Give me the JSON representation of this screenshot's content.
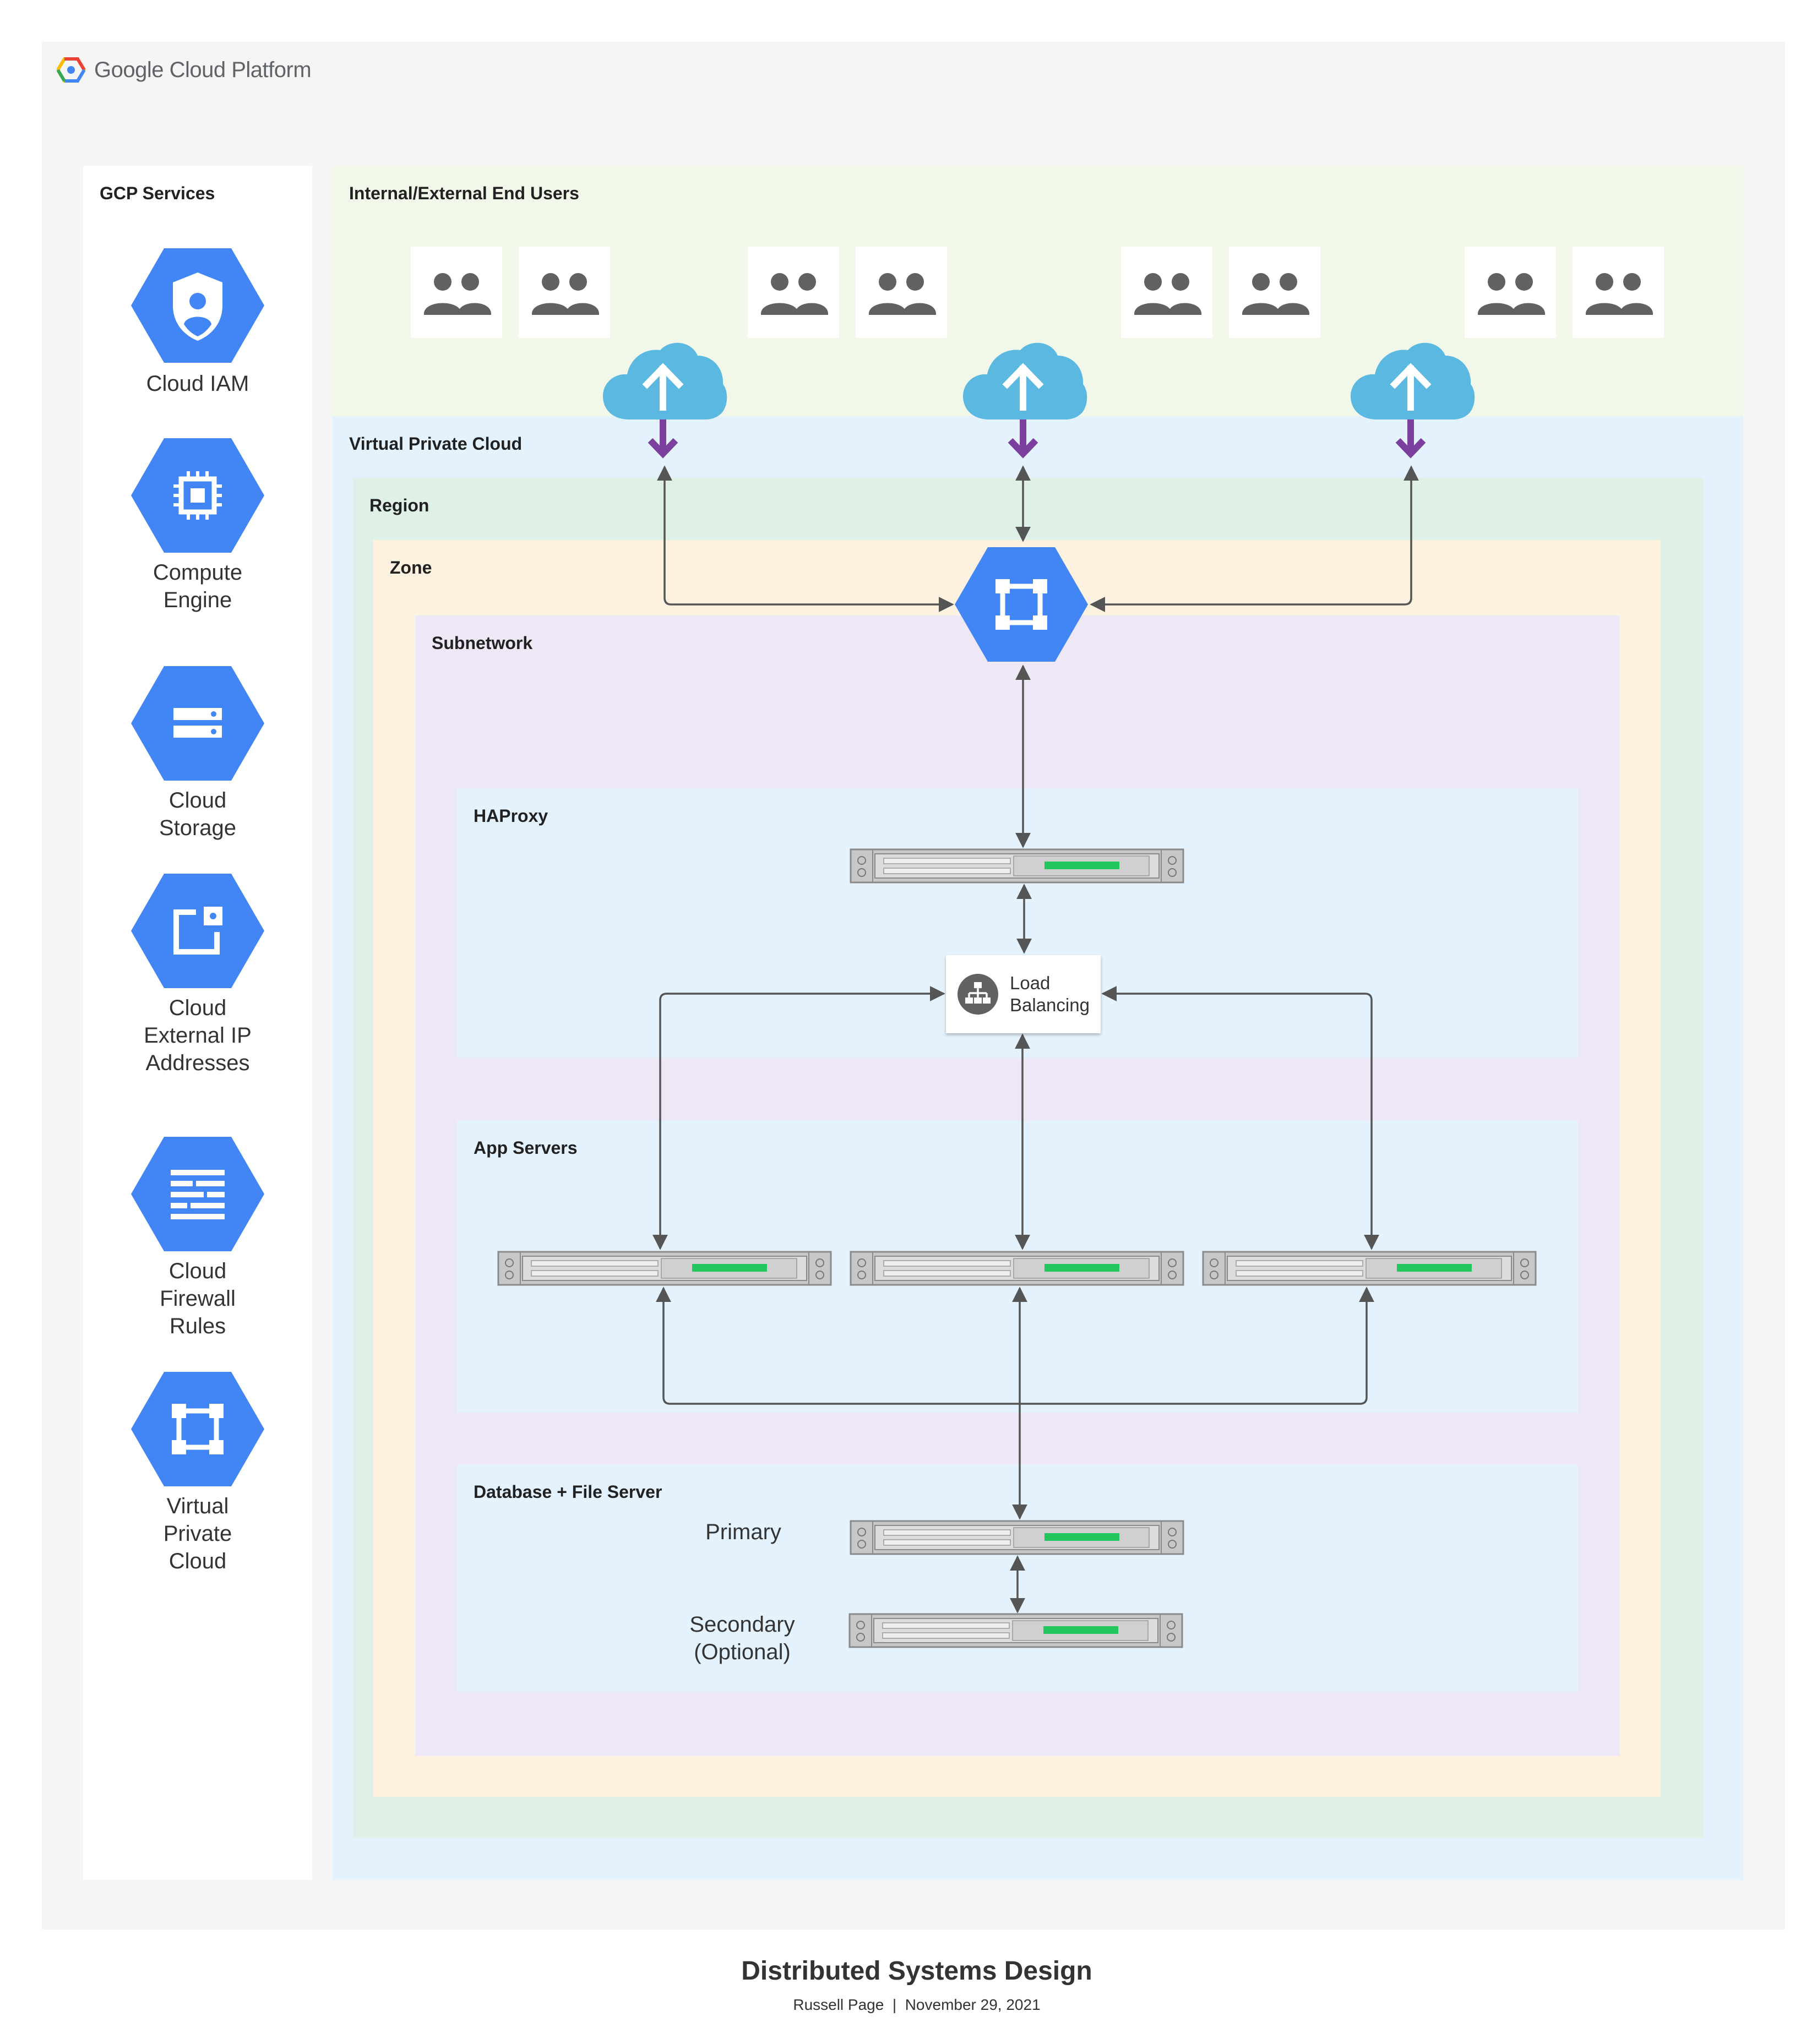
{
  "brand": {
    "name": "Google Cloud Platform",
    "colors": [
      "#4285f4",
      "#ea4335",
      "#fbbc05",
      "#34a853"
    ]
  },
  "panels": {
    "services": "GCP Services",
    "users": "Internal/External End Users",
    "vpc": "Virtual Private Cloud",
    "region": "Region",
    "zone": "Zone",
    "subnet": "Subnetwork",
    "haproxy": "HAProxy",
    "app": "App Servers",
    "db": "Database + File  Server"
  },
  "services": [
    {
      "icon": "cloud-iam-icon",
      "lines": [
        "Cloud IAM"
      ]
    },
    {
      "icon": "compute-engine-icon",
      "lines": [
        "Compute",
        "Engine"
      ]
    },
    {
      "icon": "cloud-storage-icon",
      "lines": [
        "Cloud",
        "Storage"
      ]
    },
    {
      "icon": "external-ip-icon",
      "lines": [
        "Cloud",
        "External IP",
        "Addresses"
      ]
    },
    {
      "icon": "firewall-icon",
      "lines": [
        "Cloud",
        "Firewall",
        "Rules"
      ]
    },
    {
      "icon": "vpc-icon",
      "lines": [
        "Virtual",
        "Private",
        "Cloud"
      ]
    }
  ],
  "load_balancer": {
    "lines": [
      "Load",
      "Balancing"
    ]
  },
  "db": {
    "primary": "Primary",
    "secondary": [
      "Secondary",
      "(Optional)"
    ]
  },
  "footer": {
    "title": "Distributed Systems Design",
    "subtitle": "Russell Page  |  November 29, 2021"
  },
  "colors": {
    "gcp_blue": "#4285f4",
    "cloud": "#5bb8e0",
    "arrow_purple": "#7b3f9e",
    "status_green": "#22c55e"
  }
}
